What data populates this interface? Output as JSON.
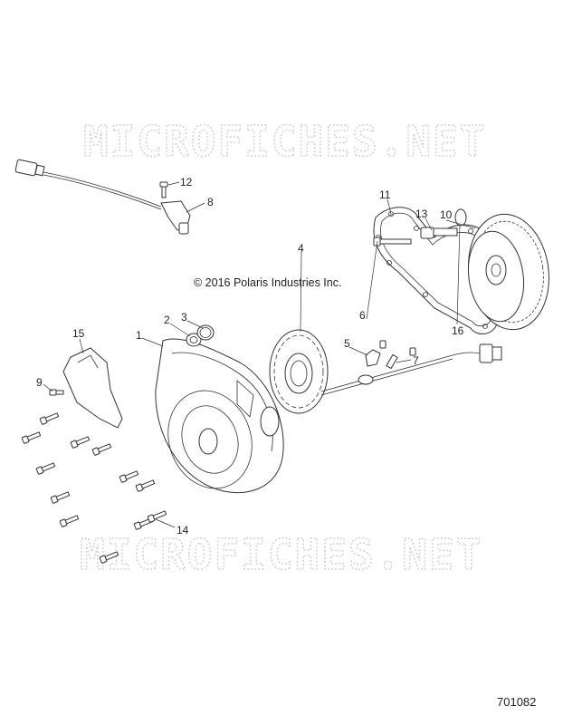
{
  "watermark_top": "MICROFICHES.NET",
  "watermark_bottom": "MICROFICHES.NET",
  "copyright": "© 2016  Polaris Industries Inc.",
  "document_number": "701082",
  "callouts": {
    "c1": "1",
    "c2": "2",
    "c3": "3",
    "c4": "4",
    "c5": "5",
    "c6": "6",
    "c7": "7",
    "c8": "8",
    "c9": "9",
    "c10": "10",
    "c11": "11",
    "c12": "12",
    "c13": "13",
    "c14": "14",
    "c15": "15",
    "c16": "16"
  }
}
